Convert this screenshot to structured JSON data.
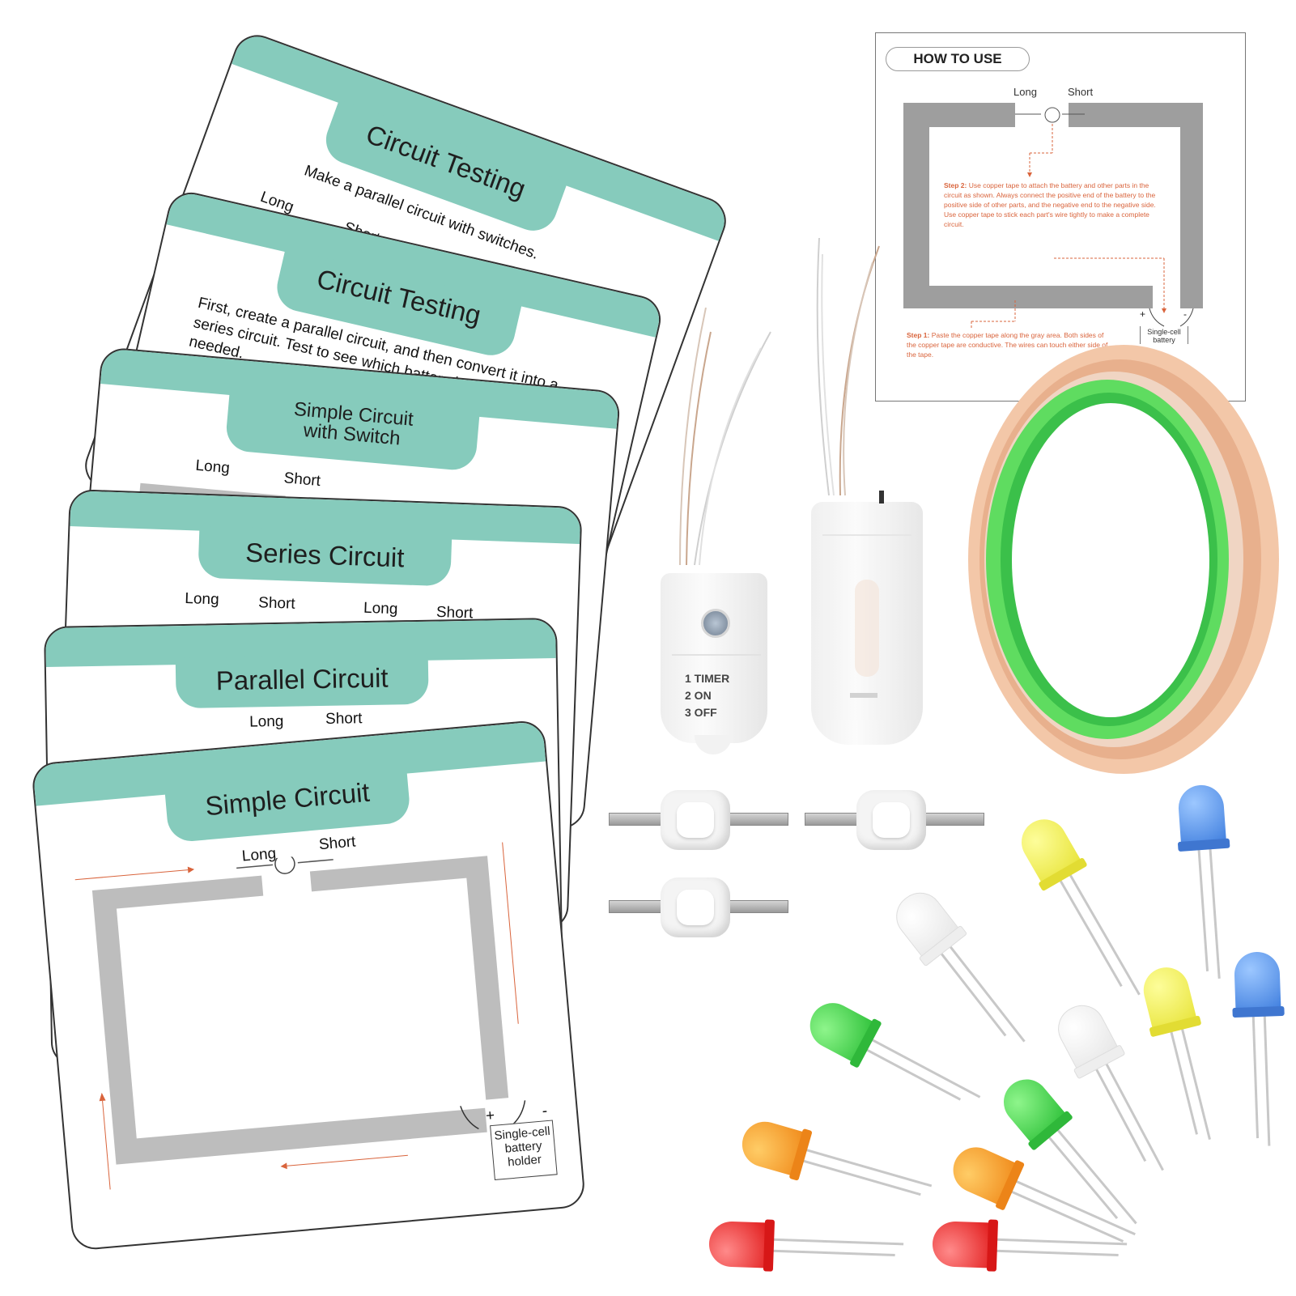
{
  "cards": [
    {
      "id": "circuit-testing-1",
      "title": "Circuit Testing",
      "text": "Make a parallel circuit with switches.",
      "long": "Long",
      "short": "Short"
    },
    {
      "id": "circuit-testing-2",
      "title": "Circuit Testing",
      "text": "First, create a parallel circuit, and then convert it into a series circuit. Test to see which battery holder is needed."
    },
    {
      "id": "simple-switch",
      "title_line1": "Simple Circuit",
      "title_line2": "with Switch",
      "long": "Long",
      "short": "Short"
    },
    {
      "id": "series",
      "title": "Series  Circuit",
      "long1": "Long",
      "short1": "Short",
      "long2": "Long",
      "short2": "Short"
    },
    {
      "id": "parallel",
      "title": "Parallel  Circuit",
      "long": "Long",
      "short": "Short"
    },
    {
      "id": "simple",
      "title": "Simple  Circuit",
      "long": "Long",
      "short": "Short",
      "plus": "+",
      "minus": "-",
      "holder": "Single-cell battery holder"
    }
  ],
  "howto": {
    "heading": "HOW TO USE",
    "long": "Long",
    "short": "Short",
    "step2_label": "Step 2:",
    "step2_text": "Use copper tape to attach the battery and other parts in the circuit as shown. Always connect the positive end of the battery to the positive side of other parts, and the negative end to the negative side. Use copper tape to stick each part's wire tightly to make a complete circuit.",
    "step1_label": "Step 1:",
    "step1_text": "Paste the copper tape along the gray area. Both sides of the copper tape are conductive. The wires can touch either side of the tape.",
    "plus": "+",
    "minus": "-",
    "holder": "Single-cell battery"
  },
  "switch_holder": {
    "options": [
      "1 TIMER",
      "2 ON",
      "3 OFF"
    ]
  },
  "colors": {
    "card_band": "#86cbbc",
    "copper": "#e7b391",
    "tape_liner": "#5fdc60",
    "gray_path": "#bdbdbd",
    "arrow": "#d9643c"
  },
  "leds": [
    "yellow",
    "blue",
    "white",
    "blue",
    "yellow",
    "white",
    "green",
    "green",
    "orange",
    "orange",
    "red",
    "red"
  ]
}
